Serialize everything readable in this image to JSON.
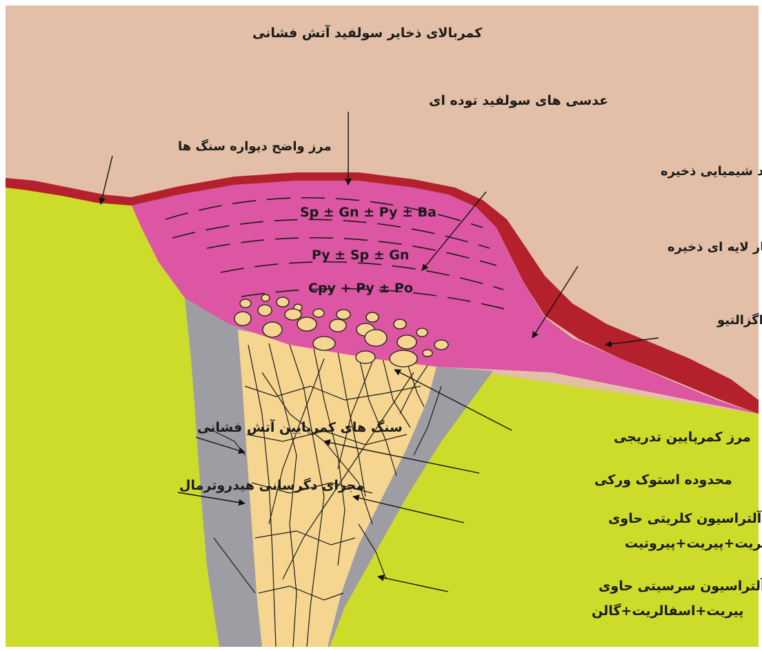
{
  "colors": {
    "hanging_wall": "#e2bfa6",
    "footwall": "#cddc2a",
    "alteration": "#9d9da3",
    "stockwork": "#f5d590",
    "ore_lens": "#dc56a3",
    "exhalite": "#b4202c",
    "fragments": "#f5d590"
  },
  "labels": {
    "hanging_wall": "کمربالای ذخایر سولفید آتش فشانی",
    "massive_lenses": "عدسی های سولفید توده ای",
    "sharp_contact": "مرز واضح دیواره سنگ ها",
    "zoning": "الگوی منطقه بندی شدید شیمیایی ذخیره",
    "layered": "ساختار لایه ای ذخیره",
    "exhalite": "بخش اگزالتیو",
    "footwall_rocks": "سنگ های کمرپایین آتش فشانی",
    "gradational": "مرز کمرپایین تدریجی",
    "conduit": "مجرای دگرسانی هیدروترمال",
    "stockwork": "محدوده استوک ورکی",
    "chlorite_1": "آلتراسیون کلریتی حاوی",
    "chlorite_2": "کلکوپیریت+پیریت+پیروتیت",
    "sericite_1": "آلتراسیون سرسیتی حاوی",
    "sericite_2": "پیریت+اسفالریت+گالن"
  },
  "minerals": {
    "upper": "Sp ± Gn ± Py ± Ba",
    "middle": "Py ± Sp ± Gn",
    "lower": "Cpy + Py ± Po"
  }
}
